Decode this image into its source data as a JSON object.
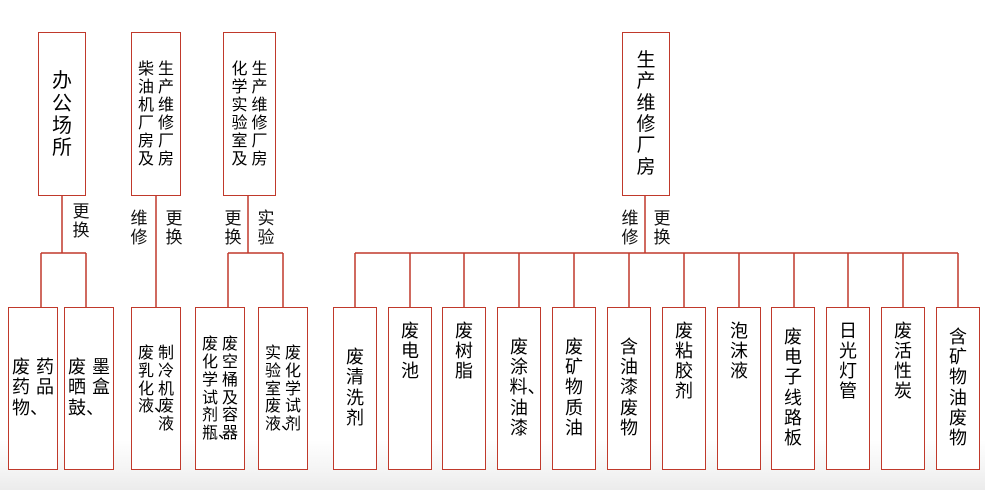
{
  "colors": {
    "line": "#c0392b",
    "text": "#111111"
  },
  "top_nodes": {
    "office": "办公场所",
    "diesel_workshop": [
      "生产维修厂房",
      "柴油机厂房及"
    ],
    "chem_lab": [
      "生产维修厂房",
      "化学实验室及"
    ],
    "production_workshop": "生产维修厂房"
  },
  "edge_labels": {
    "office": "更换",
    "diesel": [
      "更换",
      "维修"
    ],
    "lab": [
      "实验",
      "更换"
    ],
    "production": [
      "更换",
      "维修"
    ]
  },
  "leaf_nodes": {
    "office_1": [
      "废药物、",
      "药品"
    ],
    "office_2": [
      "废晒鼓、",
      "墨盒"
    ],
    "diesel_1": [
      "制冷机废液",
      "废乳化液、"
    ],
    "lab_1": [
      "废空桶及容器",
      "废化学试剂瓶、"
    ],
    "lab_2": [
      "废化学试剂",
      "实验室废液、"
    ],
    "prod_items": [
      [
        "废清洗剂"
      ],
      [
        "废电池"
      ],
      [
        "废树脂"
      ],
      [
        "废涂料、",
        "油漆"
      ],
      [
        "废矿物质油"
      ],
      [
        "含油漆废物"
      ],
      [
        "废粘胶剂"
      ],
      [
        "泡沫液"
      ],
      [
        "废电子线路板"
      ],
      [
        "日光灯管"
      ],
      [
        "废活性炭"
      ],
      [
        "含矿物油废物"
      ]
    ]
  }
}
